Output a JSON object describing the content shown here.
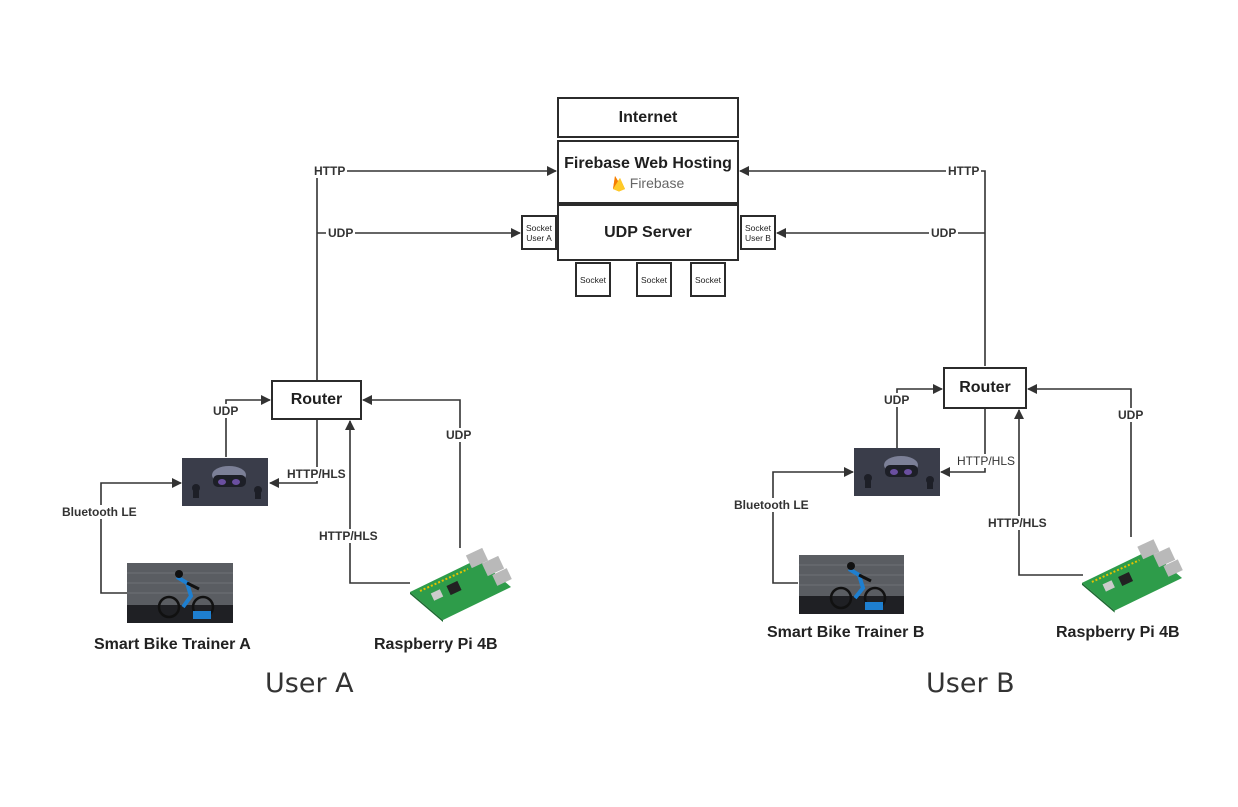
{
  "server": {
    "internet": "Internet",
    "hosting": "Firebase Web Hosting",
    "firebase_logo": "Firebase",
    "udp_server": "UDP Server",
    "socket_user_a": "Socket User A",
    "socket_user_b": "Socket User B",
    "socket_1": "Socket",
    "socket_2": "Socket",
    "socket_3": "Socket"
  },
  "user_a": {
    "router": "Router",
    "trainer": "Smart Bike Trainer A",
    "pi": "Raspberry Pi 4B",
    "group": "User A",
    "edges": {
      "http": "HTTP",
      "udp_server": "UDP",
      "udp_headset": "UDP",
      "http_hls_headset": "HTTP/HLS",
      "bluetooth": "Bluetooth LE",
      "http_hls_pi": "HTTP/HLS",
      "udp_pi": "UDP"
    }
  },
  "user_b": {
    "router": "Router",
    "trainer": "Smart Bike Trainer B",
    "pi": "Raspberry Pi 4B",
    "group": "User B",
    "edges": {
      "http": "HTTP",
      "udp_server": "UDP",
      "udp_headset": "UDP",
      "http_hls_headset": "HTTP/HLS",
      "bluetooth": "Bluetooth LE",
      "http_hls_pi": "HTTP/HLS",
      "udp_pi": "UDP"
    }
  },
  "icons": {
    "headset": "vr-headset-icon",
    "trainer": "bike-trainer-photo",
    "pi": "raspberry-pi-board-icon"
  },
  "colors": {
    "line": "#333333",
    "firebase_flame": "#f5a623",
    "pi_board": "#2e9c4a",
    "headset_bg": "#3a3d4a"
  }
}
